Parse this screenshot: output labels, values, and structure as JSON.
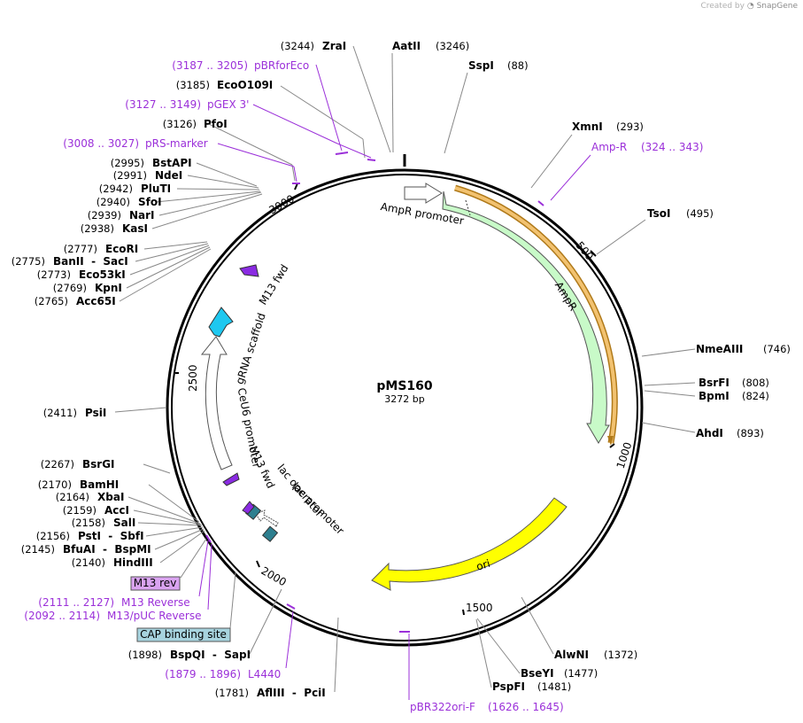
{
  "credit": {
    "prefix": "Created by",
    "brand": "SnapGene"
  },
  "plasmid": {
    "name": "pMS160",
    "length_label": "3272 bp"
  },
  "ticks": [
    "500",
    "1000",
    "1500",
    "2000",
    "2500",
    "3000"
  ],
  "features": [
    {
      "id": "ampr_promoter",
      "label": "AmpR promoter"
    },
    {
      "id": "ampr",
      "label": "AmpR"
    },
    {
      "id": "ori",
      "label": "ori"
    },
    {
      "id": "lac_promoter",
      "label": "lac promoter"
    },
    {
      "id": "lac_operator",
      "label": "lac operator"
    },
    {
      "id": "m13_fwd_1",
      "label": "M13 fwd"
    },
    {
      "id": "ceu6",
      "label": "CeU6 promoter"
    },
    {
      "id": "grna",
      "label": "gRNA scaffold"
    },
    {
      "id": "m13_fwd_2",
      "label": "M13 fwd"
    }
  ],
  "sites_right": [
    {
      "name": "AatII",
      "pos": "(3246)"
    },
    {
      "name": "SspI",
      "pos": "(88)"
    },
    {
      "name": "XmnI",
      "pos": "(293)"
    },
    {
      "name": "TsoI",
      "pos": "(495)"
    },
    {
      "name": "NmeAIII",
      "pos": "(746)"
    },
    {
      "name": "BsrFI",
      "pos": "(808)"
    },
    {
      "name": "BpmI",
      "pos": "(824)"
    },
    {
      "name": "AhdI",
      "pos": "(893)"
    },
    {
      "name": "AlwNI",
      "pos": "(1372)"
    },
    {
      "name": "BseYI",
      "pos": "(1477)"
    },
    {
      "name": "PspFI",
      "pos": "(1481)"
    }
  ],
  "sites_left": [
    {
      "name": "ZraI",
      "pos": "(3244)"
    },
    {
      "name": "EcoO109I",
      "pos": "(3185)"
    },
    {
      "name": "PfoI",
      "pos": "(3126)"
    },
    {
      "name": "BstAPI",
      "pos": "(2995)"
    },
    {
      "name": "NdeI",
      "pos": "(2991)"
    },
    {
      "name": "PluTI",
      "pos": "(2942)"
    },
    {
      "name": "SfoI",
      "pos": "(2940)"
    },
    {
      "name": "NarI",
      "pos": "(2939)"
    },
    {
      "name": "KasI",
      "pos": "(2938)"
    },
    {
      "name": "EcoRI",
      "pos": "(2777)"
    },
    {
      "name": "BanII  -  SacI",
      "pos": "(2775)"
    },
    {
      "name": "Eco53kI",
      "pos": "(2773)"
    },
    {
      "name": "KpnI",
      "pos": "(2769)"
    },
    {
      "name": "Acc65I",
      "pos": "(2765)"
    },
    {
      "name": "PsiI",
      "pos": "(2411)"
    },
    {
      "name": "BsrGI",
      "pos": "(2267)"
    },
    {
      "name": "BamHI",
      "pos": "(2170)"
    },
    {
      "name": "XbaI",
      "pos": "(2164)"
    },
    {
      "name": "AccI",
      "pos": "(2159)"
    },
    {
      "name": "SalI",
      "pos": "(2158)"
    },
    {
      "name": "PstI  -  SbfI",
      "pos": "(2156)"
    },
    {
      "name": "BfuAI  -  BspMI",
      "pos": "(2145)"
    },
    {
      "name": "HindIII",
      "pos": "(2140)"
    },
    {
      "name": "BspQI  -  SapI",
      "pos": "(1898)"
    },
    {
      "name": "AflIII  -  PciI",
      "pos": "(1781)"
    }
  ],
  "primers": [
    {
      "name": "pBRforEco",
      "range": "(3187 .. 3205)"
    },
    {
      "name": "pGEX 3'",
      "range": "(3127 .. 3149)"
    },
    {
      "name": "pRS-marker",
      "range": "(3008 .. 3027)"
    },
    {
      "name": "Amp-R",
      "range": "(324 .. 343)"
    },
    {
      "name": "M13 Reverse",
      "range": "(2111 .. 2127)"
    },
    {
      "name": "M13/pUC Reverse",
      "range": "(2092 .. 2114)"
    },
    {
      "name": "L4440",
      "range": "(1879 .. 1896)"
    },
    {
      "name": "pBR322ori-F",
      "range": "(1626 .. 1645)"
    }
  ],
  "boxed_labels": [
    {
      "id": "m13rev",
      "label": "M13 rev",
      "color": "#d9a3f0"
    },
    {
      "id": "cap",
      "label": "CAP binding site",
      "color": "#a7d3de"
    }
  ],
  "colors": {
    "ampr_fill": "#c8fac8",
    "ampr_outline": "#e8b24a",
    "ori_fill": "#ffff00",
    "grna_fill": "#1ec8f0",
    "primer": "#9b30d9",
    "lac_operator": "#2e7f8f"
  }
}
